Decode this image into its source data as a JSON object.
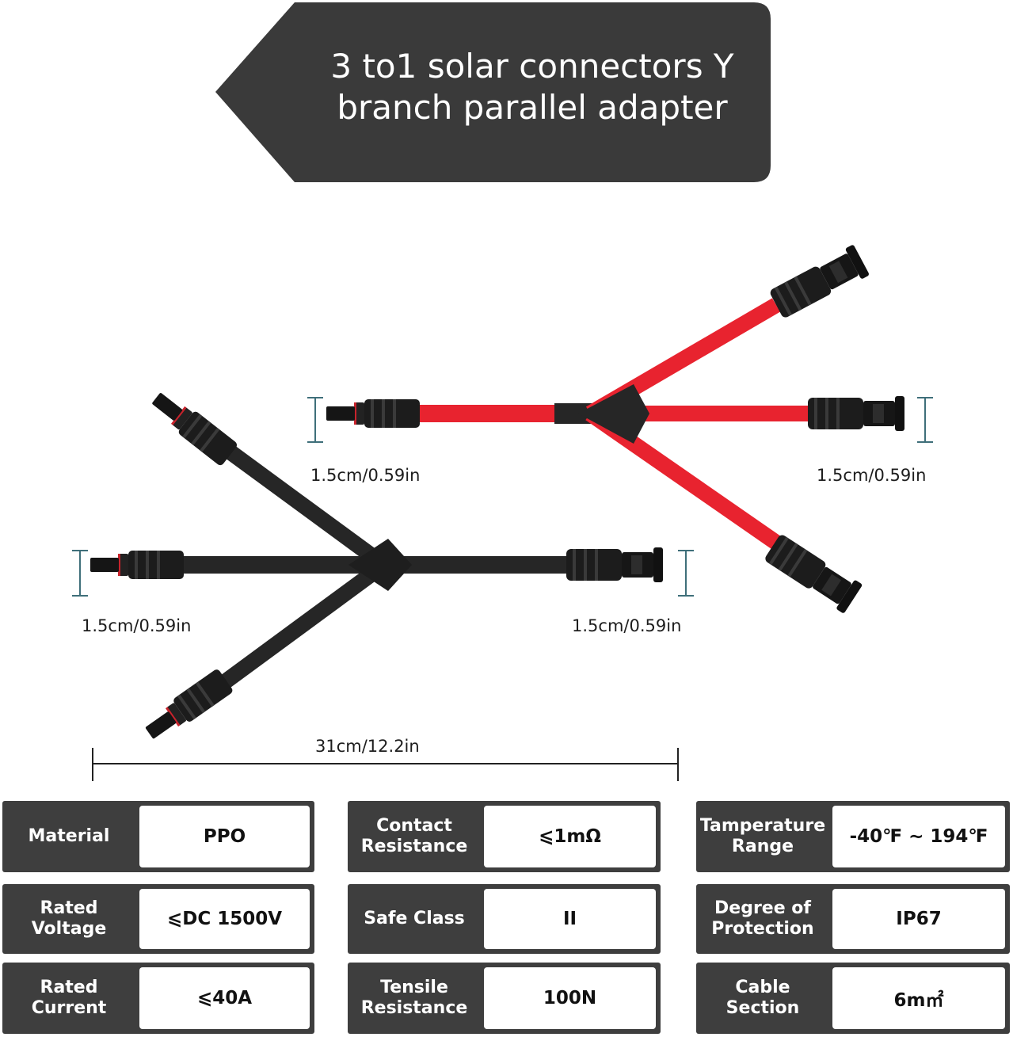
{
  "banner": {
    "title_line1": "3 to1 solar connectors Y",
    "title_line2": "branch parallel  adapter"
  },
  "dimensions": {
    "red_left": "1.5cm/0.59in",
    "red_right": "1.5cm/0.59in",
    "black_left": "1.5cm/0.59in",
    "black_right": "1.5cm/0.59in",
    "total_length": "31cm/12.2in"
  },
  "colors": {
    "banner": "#3a3a3a",
    "red_cable": "#e8232f",
    "black_cable": "#262626",
    "dimension_line": "#3f6f7a",
    "spec_cell": "#3e3e3e"
  },
  "specs": [
    [
      {
        "label": "Material",
        "value": "PPO"
      },
      {
        "label": "Contact\nResistance",
        "value": "⩽1mΩ"
      },
      {
        "label": "Tamperature\nRange",
        "value": "-40℉ ~ 194℉"
      }
    ],
    [
      {
        "label": "Rated\nVoltage",
        "value": "⩽DC 1500V"
      },
      {
        "label": "Safe Class",
        "value": "II"
      },
      {
        "label": "Degree of\nProtection",
        "value": "IP67"
      }
    ],
    [
      {
        "label": "Rated\nCurrent",
        "value": "⩽40A"
      },
      {
        "label": "Tensile\nResistance",
        "value": "100N"
      },
      {
        "label": "Cable\nSection",
        "value": "6m㎡"
      }
    ]
  ]
}
